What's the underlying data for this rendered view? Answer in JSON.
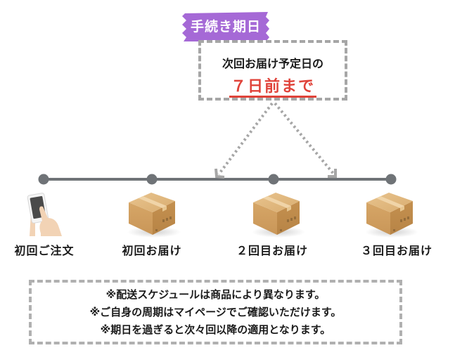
{
  "tag": {
    "label": "手続き期日",
    "color": "#a569d6"
  },
  "deadline": {
    "line1": "次回お届け予定日の",
    "line2": "７日前まで",
    "highlight_color": "#e0433a"
  },
  "timeline": {
    "line_color": "#6f7377",
    "steps": [
      {
        "label": "初回ご注文",
        "icon": "smartphone-hand-icon"
      },
      {
        "label": "初回お届け",
        "icon": "cardboard-box-icon"
      },
      {
        "label": "２回目お届け",
        "icon": "cardboard-box-icon"
      },
      {
        "label": "３回目お届け",
        "icon": "cardboard-box-icon"
      }
    ]
  },
  "notes": [
    "※配送スケジュールは商品により異なります。",
    "※ご自身の周期はマイページでご確認いただけます。",
    "※期日を過ぎると次々回以降の適用となります。"
  ]
}
